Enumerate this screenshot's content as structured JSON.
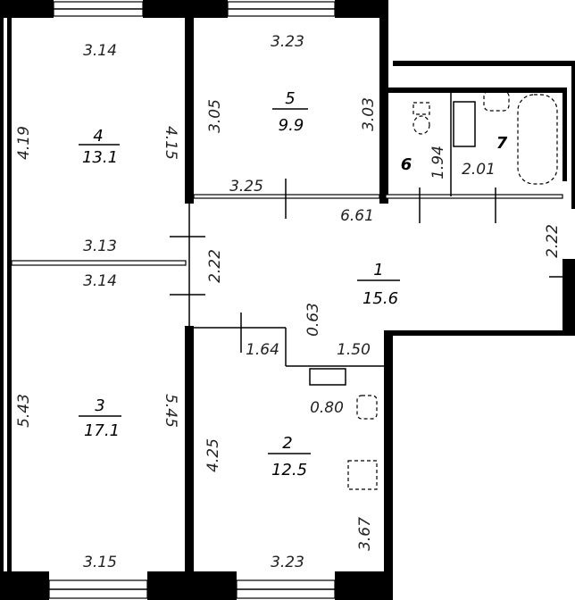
{
  "rooms": [
    {
      "number": "1",
      "area": "15.6"
    },
    {
      "number": "2",
      "area": "12.5"
    },
    {
      "number": "3",
      "area": "17.1"
    },
    {
      "number": "4",
      "area": "13.1"
    },
    {
      "number": "5",
      "area": "9.9"
    },
    {
      "number": "6",
      "area": ""
    },
    {
      "number": "7",
      "area": ""
    }
  ],
  "dimensions": {
    "r4_top": "3.14",
    "r4_left": "4.19",
    "r4_right": "4.15",
    "r4_bottom": "3.13",
    "r3_top": "3.14",
    "r3_left": "5.43",
    "r3_right": "5.45",
    "r3_bottom": "3.15",
    "r5_top": "3.23",
    "r5_left": "3.05",
    "r5_right": "3.03",
    "r5_bottom": "3.25",
    "r6_height": "1.94",
    "r7_width": "2.01",
    "r1_width": "6.61",
    "r1_left": "2.22",
    "r1_right": "2.22",
    "r2_top_left": "1.64",
    "r2_step": "0.63",
    "r2_top_right": "1.50",
    "r2_niche": "0.80",
    "r2_left": "4.25",
    "r2_right": "3.67",
    "r2_bottom": "3.23"
  }
}
